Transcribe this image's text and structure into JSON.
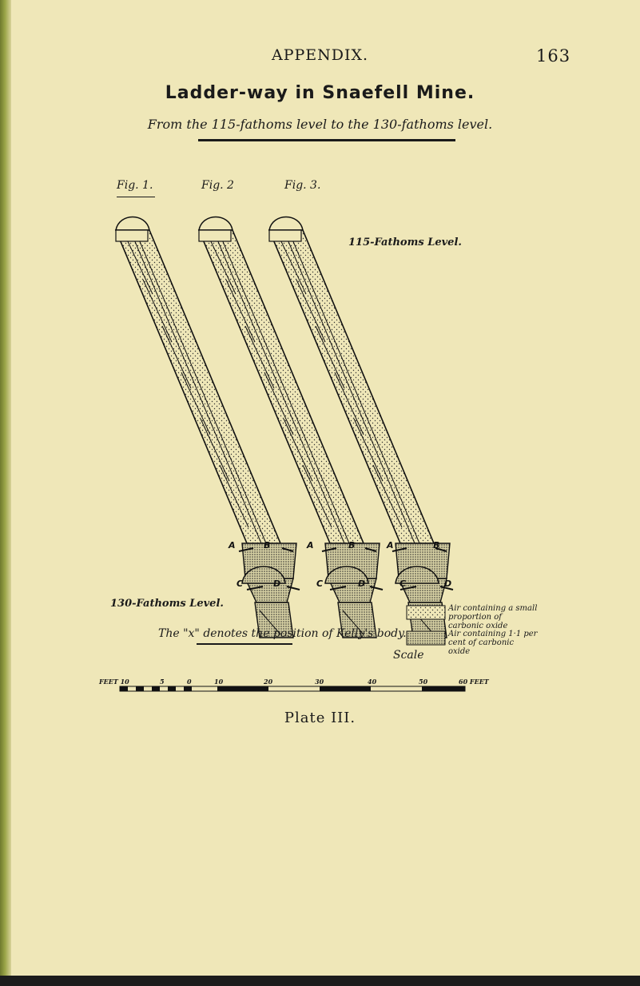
{
  "page": {
    "section": "APPENDIX.",
    "page_number": "163"
  },
  "title": "Ladder-way in Snaefell Mine.",
  "subtitle": "From the 115-fathoms level to the 130-fathoms level.",
  "figures": [
    {
      "label": "Fig. 1."
    },
    {
      "label": "Fig. 2"
    },
    {
      "label": "Fig. 3."
    }
  ],
  "levels": {
    "upper": "115-Fathoms Level.",
    "lower": "130-Fathoms Level."
  },
  "point_letters": [
    "A",
    "B",
    "C",
    "D"
  ],
  "caption": "The \"x\" denotes the position of Kelly's body.",
  "legend": [
    {
      "text": "Air containing a small proportion of carbonic oxide"
    },
    {
      "text": "Air containing 1·1 per cent of carbonic oxide"
    }
  ],
  "scale": {
    "title": "Scale",
    "labels": [
      "FEET 10",
      "5",
      "0",
      "10",
      "20",
      "30",
      "40",
      "50",
      "60 FEET"
    ]
  },
  "plate": "Plate III."
}
